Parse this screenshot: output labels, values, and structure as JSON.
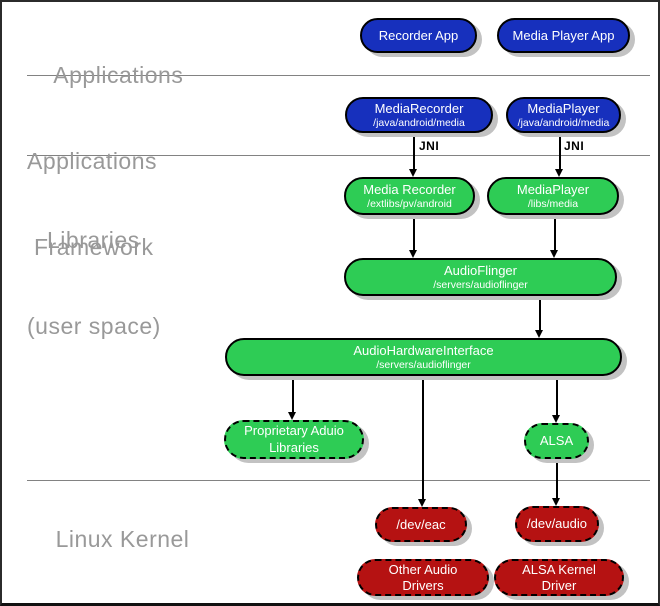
{
  "layers": {
    "applications": {
      "label": "Applications"
    },
    "framework": {
      "line1": "Applications",
      "line2": "Framework"
    },
    "libraries": {
      "line1": "Libraries",
      "line2": "(user space)"
    },
    "kernel": {
      "label": "Linux Kernel"
    }
  },
  "annotations": {
    "jni_left": "JNI",
    "jni_right": "JNI"
  },
  "nodes": {
    "recorder_app": {
      "title": "Recorder App"
    },
    "media_player_app": {
      "title": "Media Player App"
    },
    "media_recorder_fw": {
      "title": "MediaRecorder",
      "subtitle": "/java/android/media"
    },
    "media_player_fw": {
      "title": "MediaPlayer",
      "subtitle": "/java/android/media"
    },
    "media_recorder_lib": {
      "title": "Media Recorder",
      "subtitle": "/extlibs/pv/android"
    },
    "media_player_lib": {
      "title": "MediaPlayer",
      "subtitle": "/libs/media"
    },
    "audio_flinger": {
      "title": "AudioFlinger",
      "subtitle": "/servers/audioflinger"
    },
    "audio_hardware_interface": {
      "title": "AudioHardwareInterface",
      "subtitle": "/servers/audioflinger"
    },
    "proprietary_audio_libraries": {
      "title": "Proprietary Aduio Libraries"
    },
    "alsa": {
      "title": "ALSA"
    },
    "dev_eac": {
      "title": "/dev/eac"
    },
    "dev_audio": {
      "title": "/dev/audio"
    },
    "other_audio_drivers": {
      "title": "Other Audio Drivers"
    },
    "alsa_kernel_driver": {
      "title": "ALSA Kernel Driver"
    }
  },
  "colors": {
    "app_blue": "#1730bd",
    "lib_green": "#2ecc55",
    "kernel_red": "#b51212",
    "label_gray": "#999999",
    "shadow_gray": "#c2c2c2"
  }
}
